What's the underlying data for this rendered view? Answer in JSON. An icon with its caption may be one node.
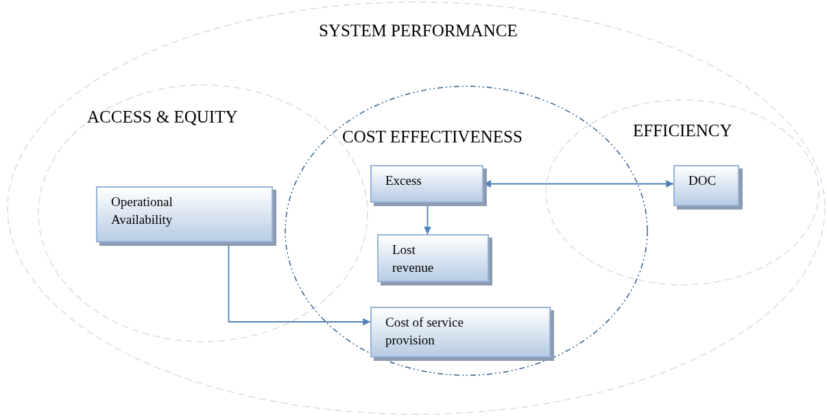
{
  "diagram": {
    "nodes": [
      {
        "text": [
          "SYSTEM PERFORMANCE"
        ]
      },
      {
        "text": [
          "ACCESS & EQUITY"
        ],
        "in": 0
      },
      {
        "text": [
          "Operational Availability"
        ],
        "in": 1
      },
      {
        "text": [
          "COST EFFECTIVENESS"
        ],
        "in": 0
      },
      {
        "text": [
          "Excess"
        ],
        "in": 3
      },
      {
        "text": [
          "Lost revenue"
        ],
        "in": 3
      },
      {
        "text": [
          "Cost of service provision"
        ],
        "in": 3
      },
      {
        "text": [
          "EFFICIENCY"
        ],
        "in": 0
      },
      {
        "text": [
          "DOC"
        ],
        "in": 7
      }
    ],
    "edges": [
      {
        "from": 4,
        "to": 8,
        "arrow": "both"
      },
      {
        "from": 4,
        "to": 5,
        "arrow": "to"
      },
      {
        "from": 2,
        "to": 6,
        "arrow": "to"
      }
    ]
  }
}
